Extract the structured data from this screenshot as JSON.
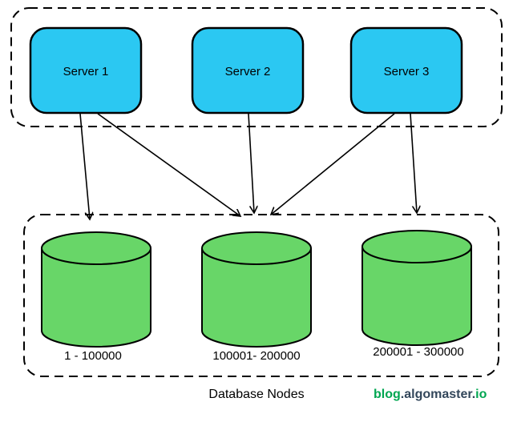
{
  "diagram": {
    "servers": [
      {
        "label": "Server 1"
      },
      {
        "label": "Server 2"
      },
      {
        "label": "Server 3"
      }
    ],
    "databases": [
      {
        "range": "1 - 100000"
      },
      {
        "range": "100001- 200000"
      },
      {
        "range": "200001 - 300000"
      }
    ],
    "caption": "Database Nodes",
    "brand": {
      "part1": "blog",
      "dot1": ".",
      "part2": "algomaster",
      "dot2": ".",
      "part3": "io"
    },
    "colors": {
      "server_fill": "#2BC8F2",
      "db_fill": "#68D668",
      "stroke": "#000000",
      "brand_green": "#00A651",
      "brand_dark": "#33475B"
    }
  }
}
